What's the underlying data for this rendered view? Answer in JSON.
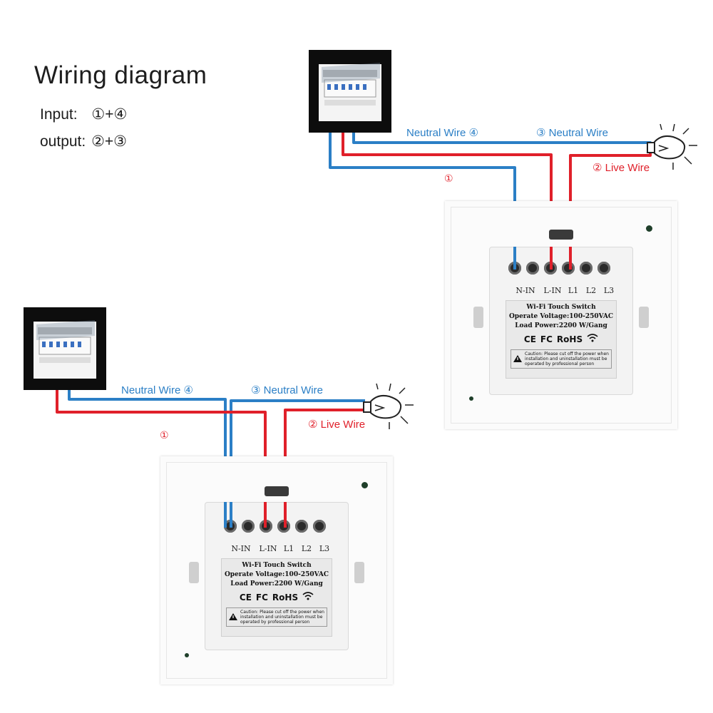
{
  "title": "Wiring diagram",
  "legend": {
    "input_label": "Input:",
    "input_value": "①+④",
    "output_label": "output:",
    "output_value": "②+③"
  },
  "diagram_top": {
    "neutral_4": "Neutral Wire ④",
    "neutral_3": "③ Neutral Wire",
    "live_2": "② Live Wire",
    "num_1": "①"
  },
  "diagram_bottom": {
    "neutral_4": "Neutral Wire ④",
    "neutral_3": "③ Neutral Wire",
    "live_2": "② Live Wire",
    "num_1": "①"
  },
  "switch": {
    "terminals": [
      "N-IN",
      "L-IN",
      "L1",
      "L2",
      "L3"
    ],
    "label_title": "Wi-Fi Touch Switch",
    "label_voltage": "Operate Voltage:100-250VAC",
    "label_power": "Load Power:2200 W/Gang",
    "certs": [
      "CE",
      "FC",
      "RoHS"
    ],
    "caution": "Caution: Please cut off the power when installation and uninstallation must be operated by professional person"
  },
  "colors": {
    "neutral": "#2b7fc6",
    "live": "#e0202a"
  }
}
